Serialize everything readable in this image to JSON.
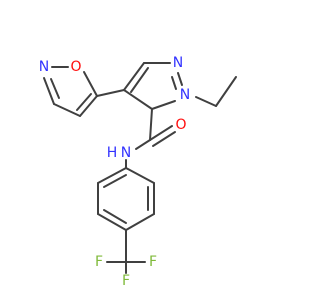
{
  "colors": {
    "bond": "#404040",
    "N": "#3333ff",
    "O": "#ff0d0d",
    "F": "#7fba3a",
    "C": "#404040"
  },
  "atom_labels": {
    "n_isoxazole": "N",
    "o_isoxazole": "O",
    "n_pyrazole_top": "N",
    "n_pyrazole_ethyl": "N",
    "o_carbonyl": "O",
    "n_amide": "N",
    "h_amide": "H",
    "f_left": "F",
    "f_right": "F",
    "f_bottom": "F"
  }
}
